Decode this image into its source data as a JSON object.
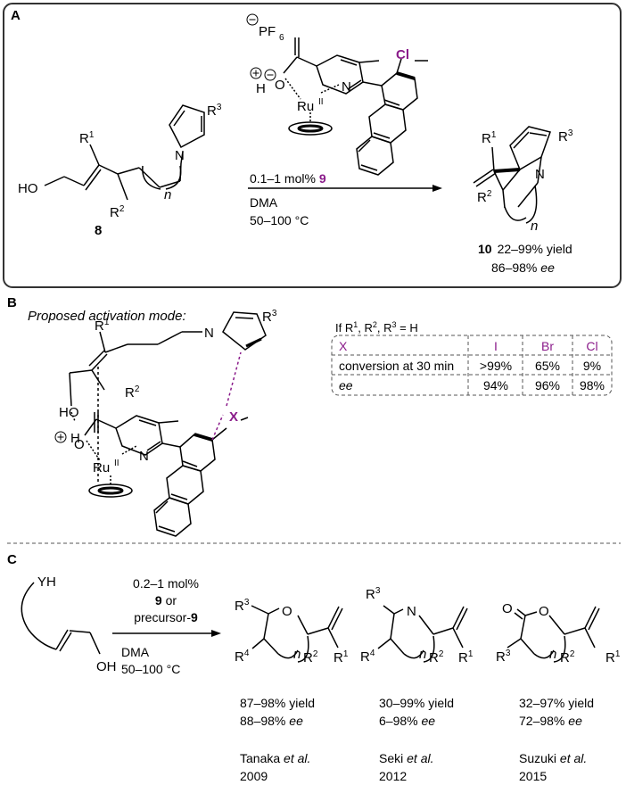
{
  "panel_a": {
    "label": "A",
    "anion": "PF",
    "anion_sub": "6",
    "proton": "H",
    "ru": "Ru",
    "ru_ox": "II",
    "n_atom": "N",
    "o_atom": "O",
    "halogen": "Cl",
    "start_r1": "R",
    "start_r1_sup": "1",
    "start_r2": "R",
    "start_r2_sup": "2",
    "start_r3": "R",
    "start_r3_sup": "3",
    "ho": "HO",
    "n_index": "n",
    "compound_start": "8",
    "cond_prefix": "0.1–1 mol% ",
    "cond_cat": "9",
    "cond_solvent": "DMA",
    "cond_temp": "50–100 °C",
    "compound_prod": "10",
    "prod_yield": "22–99% yield",
    "prod_ee_val": "86–98% ",
    "prod_ee_word": "ee"
  },
  "panel_b": {
    "label": "B",
    "heading": "Proposed activation mode:",
    "condition_text": "If R",
    "condition_rest": " = H",
    "x_atom": "X",
    "table": {
      "headers": [
        "X",
        "I",
        "Br",
        "Cl"
      ],
      "rows": [
        {
          "label": "conversion at 30 min",
          "values": [
            ">99%",
            "65%",
            "9%"
          ]
        },
        {
          "label": "ee",
          "values": [
            "94%",
            "96%",
            "98%"
          ]
        }
      ]
    }
  },
  "panel_c": {
    "label": "C",
    "yh": "YH",
    "oh": "OH",
    "cond_line1": "0.2–1 mol%",
    "cond_cat": "9",
    "cond_or": " or",
    "cond_line3_prefix": "precursor-",
    "cond_line3_cat": "9",
    "cond_solvent": "DMA",
    "cond_temp": "50–100 °C",
    "products": [
      {
        "yield": "87–98% yield",
        "ee_val": "88–98% ",
        "ee_word": "ee",
        "author": "Tanaka ",
        "etal": "et al.",
        "year": "2009",
        "hetero": "O"
      },
      {
        "yield": "30–99% yield",
        "ee_val": "6–98% ",
        "ee_word": "ee",
        "author": "Seki ",
        "etal": "et al.",
        "year": "2012",
        "hetero": "N"
      },
      {
        "yield": "32–97% yield",
        "ee_val": "72–98% ",
        "ee_word": "ee",
        "author": "Suzuki ",
        "etal": "et al.",
        "year": "2015",
        "hetero": "O"
      }
    ]
  },
  "colors": {
    "accent": "#8a1b8a",
    "frame": "#333333",
    "dash": "#555555"
  }
}
